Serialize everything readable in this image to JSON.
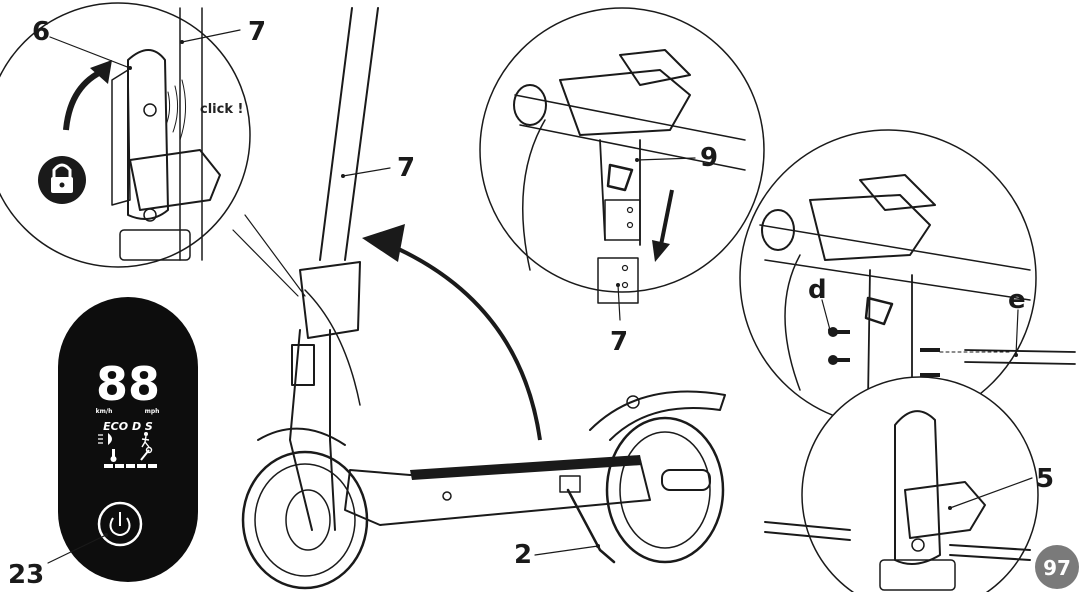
{
  "callouts": {
    "c6": "6",
    "c7_top": "7",
    "c7_stem": "7",
    "c7_detail": "7",
    "c9": "9",
    "cd": "d",
    "ce": "e",
    "c5": "5",
    "c2": "2",
    "c23": "23"
  },
  "click_label": "click !",
  "page_number": "97",
  "display": {
    "digits": "88",
    "unit_left": "km/h",
    "unit_right": "mph",
    "modes": "ECO  D  S",
    "battery_bars": 5
  },
  "icons": [
    "lock-icon",
    "power-icon",
    "headlight-icon",
    "temperature-icon",
    "wrench-icon",
    "walk-icon"
  ],
  "colors": {
    "ink": "#1a1a1a",
    "display_bg": "#0d0d0d",
    "page_badge": "#7a7a7a"
  }
}
